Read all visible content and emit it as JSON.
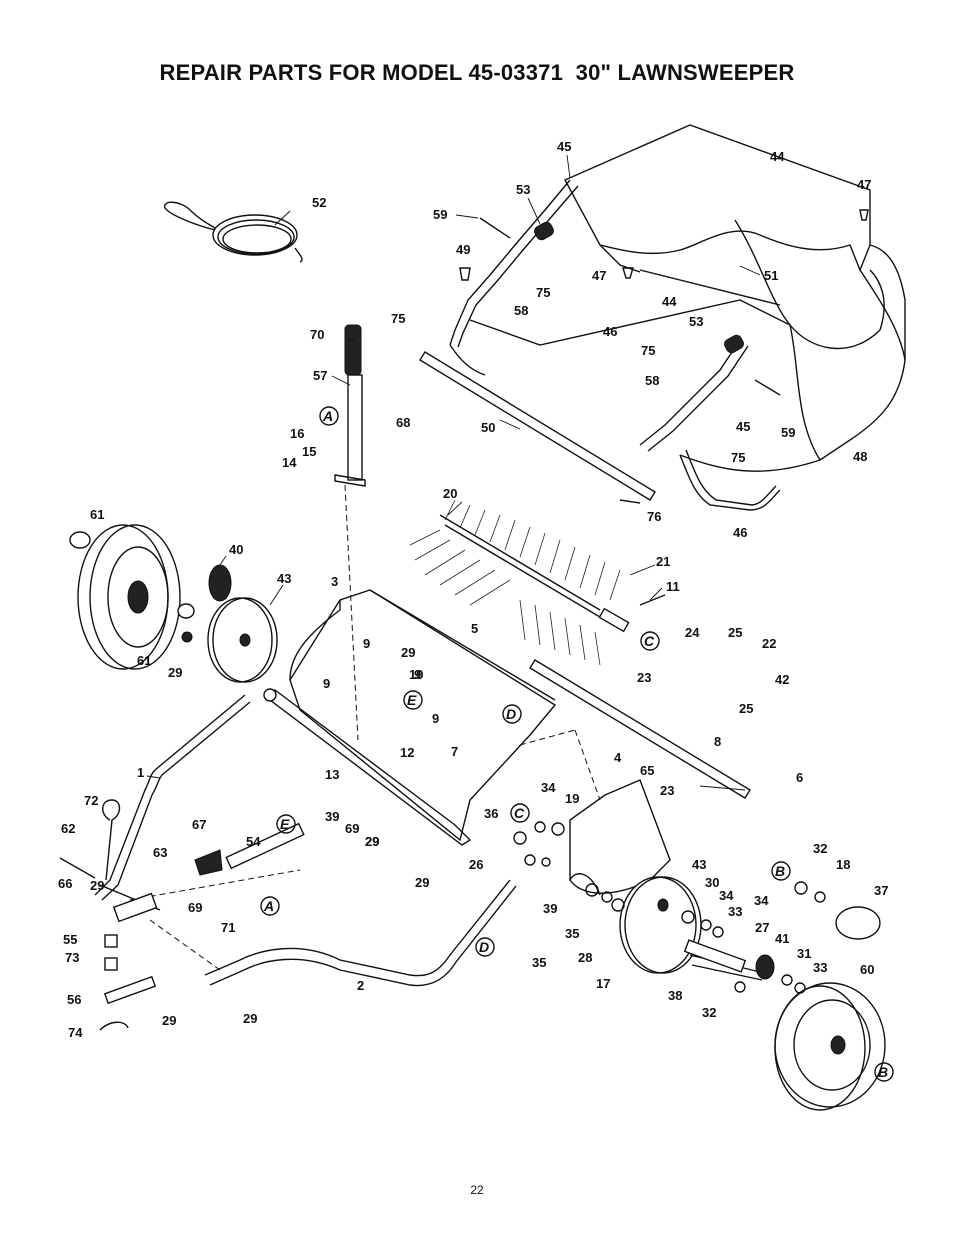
{
  "page": {
    "title": "REPAIR PARTS FOR MODEL 45-03371  30\" LAWNSWEEPER",
    "page_number": "22"
  },
  "callouts": [
    "1",
    "2",
    "3",
    "4",
    "5",
    "6",
    "7",
    "8",
    "9",
    "9",
    "9",
    "9",
    "10",
    "11",
    "12",
    "13",
    "14",
    "15",
    "16",
    "17",
    "18",
    "19",
    "20",
    "21",
    "22",
    "23",
    "23",
    "24",
    "25",
    "25",
    "26",
    "27",
    "28",
    "29",
    "29",
    "29",
    "29",
    "29",
    "29",
    "29",
    "29",
    "30",
    "31",
    "32",
    "32",
    "33",
    "33",
    "34",
    "34",
    "34",
    "35",
    "35",
    "36",
    "37",
    "38",
    "39",
    "39",
    "40",
    "41",
    "42",
    "43",
    "43",
    "44",
    "44",
    "45",
    "45",
    "46",
    "46",
    "47",
    "47",
    "48",
    "49",
    "50",
    "51",
    "52",
    "53",
    "53",
    "54",
    "55",
    "56",
    "57",
    "58",
    "58",
    "59",
    "59",
    "60",
    "61",
    "61",
    "62",
    "63",
    "65",
    "66",
    "67",
    "68",
    "69",
    "69",
    "70",
    "71",
    "72",
    "73",
    "74",
    "75",
    "75",
    "75",
    "75",
    "76"
  ],
  "reference_letters": [
    "A",
    "A",
    "B",
    "B",
    "C",
    "C",
    "D",
    "D",
    "E",
    "E"
  ]
}
